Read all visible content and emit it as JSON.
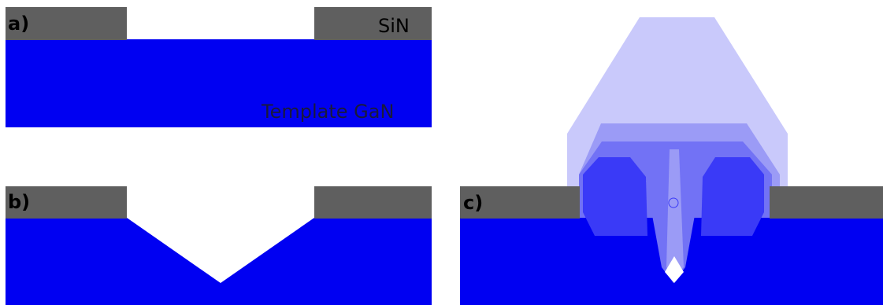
{
  "panels": {
    "a": {
      "label": "a)"
    },
    "b": {
      "label": "b)"
    },
    "c": {
      "label": "c)"
    }
  },
  "materials": {
    "sin_label": "SiN",
    "gan_label": "Template GaN"
  },
  "colors": {
    "gan": "#0000f2",
    "sin": "#5f5f5f",
    "background": "#ffffff",
    "regrowth_light": "#c9c9fb",
    "regrowth_mid": "#9b9bf6",
    "regrowth_medium": "#7272f5",
    "regrowth_dark": "#3a3af7",
    "label_dark": "#000000",
    "label_on_gan": "#1a1a3a"
  }
}
